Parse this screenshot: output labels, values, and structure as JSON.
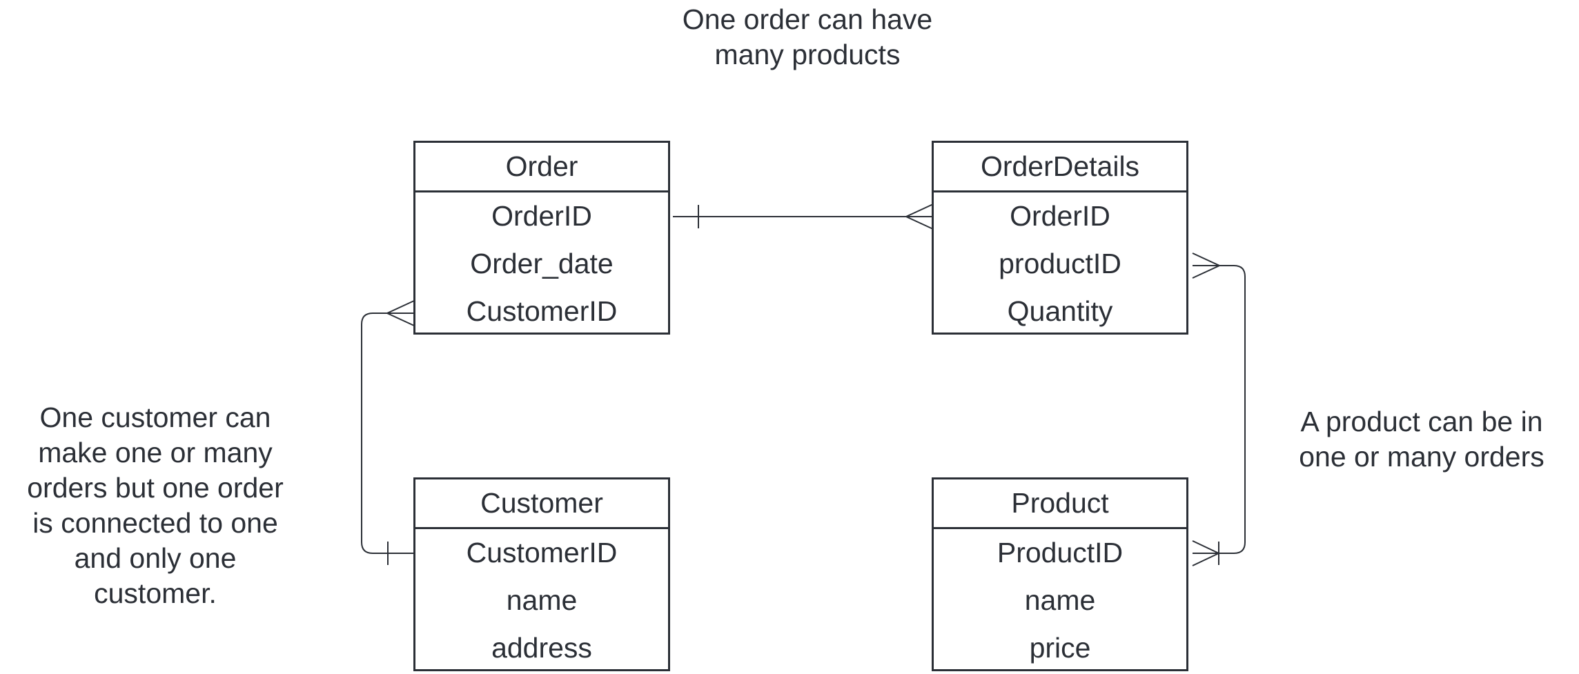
{
  "annotations": {
    "top": [
      "One order can have",
      "many products"
    ],
    "left": [
      "One customer can",
      "make one or many",
      "orders but one order",
      "is connected to one",
      "and only one",
      "customer."
    ],
    "right": [
      "A product can be in",
      "one or many orders"
    ]
  },
  "entities": {
    "order": {
      "title": "Order",
      "fields": [
        "OrderID",
        "Order_date",
        "CustomerID"
      ]
    },
    "order_details": {
      "title": "OrderDetails",
      "fields": [
        "OrderID",
        "productID",
        "Quantity"
      ]
    },
    "customer": {
      "title": "Customer",
      "fields": [
        "CustomerID",
        "name",
        "address"
      ]
    },
    "product": {
      "title": "Product",
      "fields": [
        "ProductID",
        "name",
        "price"
      ]
    }
  },
  "relationships": [
    {
      "from": "Order.OrderID",
      "to": "OrderDetails.OrderID",
      "from_end": "one",
      "to_end": "many"
    },
    {
      "from": "Customer.CustomerID",
      "to": "Order.CustomerID",
      "from_end": "one",
      "to_end": "many"
    },
    {
      "from": "Product.ProductID",
      "to": "OrderDetails.productID",
      "from_end": "one-or-many",
      "to_end": "many"
    }
  ],
  "colors": {
    "stroke": "#2b2f36",
    "text": "#2b2f36",
    "background": "#ffffff"
  }
}
